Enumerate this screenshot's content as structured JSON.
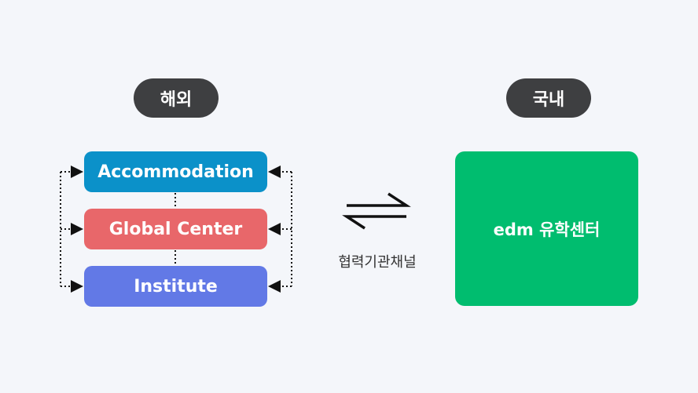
{
  "overseas": {
    "title": "해외",
    "items": [
      {
        "label": "Accommodation",
        "color": "#0b91c9"
      },
      {
        "label": "Global Center",
        "color": "#e8676a"
      },
      {
        "label": "Institute",
        "color": "#6279e6"
      }
    ]
  },
  "domestic": {
    "title": "국내",
    "center_label": "edm 유학센터",
    "color": "#00bd6f"
  },
  "channel": {
    "label": "협력기관채널",
    "icon": "exchange-arrows-icon"
  }
}
